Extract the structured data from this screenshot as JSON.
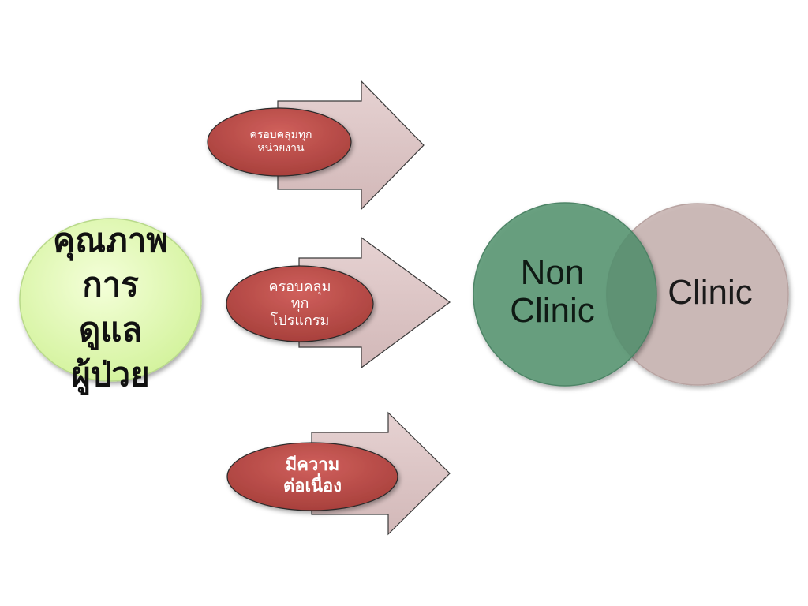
{
  "main_circle": {
    "label": "คุณภาพ\nการ\nดูแล\nผู้ป่วย",
    "fill": "#dff7b0"
  },
  "branches": [
    {
      "label": "ครอบคลุมทุก\nหน่วยงาน"
    },
    {
      "label": "ครอบคลุม\nทุก\nโปรแกรม"
    },
    {
      "label": "มีความ\nต่อเนื่อง"
    }
  ],
  "venn": {
    "left_label": "Non\nClinic",
    "right_label": "Clinic",
    "left_fill": "#5e9a78",
    "right_fill": "#c9b6b4"
  },
  "colors": {
    "arrow_fill": "#dcc3c3",
    "oval_fill": "#c0504d"
  }
}
